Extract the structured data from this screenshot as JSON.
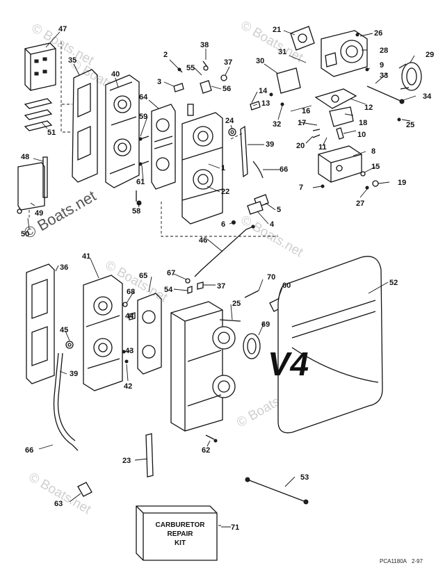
{
  "watermarks": [
    "© Boats.net",
    "© Boats.net",
    "© Boats.net",
    "© Boats.net",
    "© Boats.net",
    "© Boats.net",
    "© Boats.net",
    "© Boats.net"
  ],
  "callouts": [
    "47",
    "35",
    "40",
    "51",
    "48",
    "49",
    "50",
    "64",
    "59",
    "61",
    "58",
    "2",
    "3",
    "38",
    "55",
    "37",
    "56",
    "24",
    "1",
    "22",
    "66",
    "39",
    "5",
    "4",
    "6",
    "21",
    "26",
    "28",
    "31",
    "30",
    "29",
    "9",
    "33",
    "34",
    "12",
    "14",
    "13",
    "32",
    "16",
    "17",
    "18",
    "20",
    "11",
    "10",
    "25",
    "8",
    "15",
    "19",
    "7",
    "27",
    "46",
    "41",
    "36",
    "65",
    "67",
    "54",
    "37",
    "68",
    "44",
    "43",
    "42",
    "45",
    "39",
    "66",
    "70",
    "25",
    "60",
    "69",
    "52",
    "62",
    "23",
    "53",
    "63",
    "71"
  ],
  "cowl_text": "V4",
  "kit_label": [
    "CARBURETOR",
    "REPAIR",
    "KIT"
  ],
  "drawing_code": "PCA1180A",
  "drawing_date": "2-97"
}
